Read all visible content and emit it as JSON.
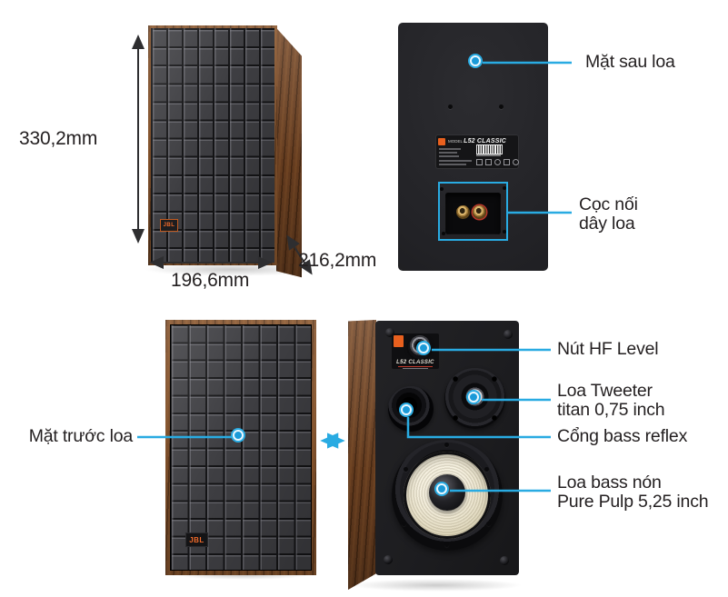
{
  "title": "JBL L52 Classic speaker annotated diagram",
  "colors": {
    "accent_blue": "#29abe2",
    "label_text": "#231f20",
    "wood_brown": "#83522c",
    "foam_gray": "#3e3e42",
    "jbl_orange": "#e8601e"
  },
  "dimension_view": {
    "height": "330,2mm",
    "width": "196,6mm",
    "depth": "216,2mm",
    "brand": "JBL"
  },
  "back_view": {
    "callout_back_panel": "Mặt sau loa",
    "callout_terminals": [
      "Cọc nối",
      "dây loa"
    ],
    "plate": {
      "model_label": "MODEL",
      "model_name": "L52 CLASSIC"
    }
  },
  "front_view": {
    "callout_front_panel": "Mặt trước loa",
    "brand": "JBL"
  },
  "driver_view": {
    "plate_model": "L52 CLASSIC",
    "callout_hf_knob": "Nút HF Level",
    "callout_tweeter": [
      "Loa Tweeter",
      "titan 0,75 inch"
    ],
    "callout_port": "Cổng bass reflex",
    "callout_woofer": [
      "Loa bass nón",
      "Pure Pulp 5,25 inch"
    ]
  }
}
